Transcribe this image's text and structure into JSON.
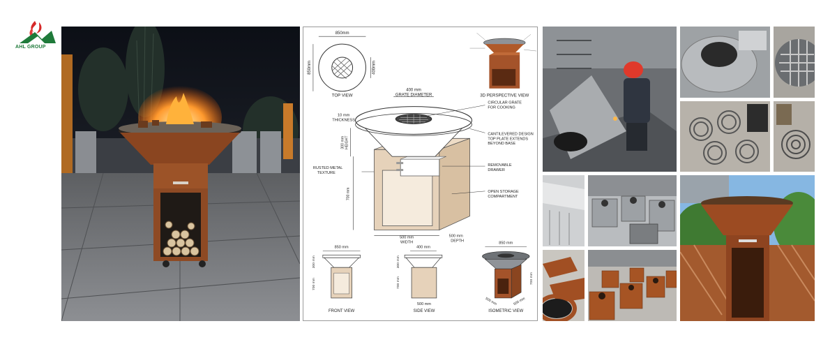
{
  "brand": {
    "name": "AHL GROUP",
    "colors": {
      "green": "#1f7a3a",
      "red": "#d62828"
    }
  },
  "diagram": {
    "top_view": {
      "label": "TOP VIEW",
      "dim_width": "850mm",
      "dim_height": "850mm",
      "dim_inner": "400mm"
    },
    "perspective": {
      "label": "3D PERSPECTIVE VIEW"
    },
    "main": {
      "grate_dim": "400 mm",
      "grate_label": "GRATE DIAMETER",
      "thickness": [
        "10 mm",
        "THICKNESS"
      ],
      "height": [
        "300 mm",
        "HEIGHT"
      ],
      "base_height": "700 mm",
      "width": [
        "500 mm",
        "WIDTH"
      ],
      "depth": [
        "500 mm",
        "DEPTH"
      ],
      "callouts": {
        "circular_grate": [
          "CIRCULAR GRATE",
          "FOR COOKING"
        ],
        "cantilevered": [
          "CANTILEVERED DESIGN",
          "TOP PLATE EXTENDS",
          "BEYOND BASE"
        ],
        "rusted": [
          "RUSTED METAL",
          "TEXTURE"
        ],
        "drawer": [
          "REMOVABLE",
          "DRAWER"
        ],
        "storage": [
          "OPEN STORAGE",
          "COMPARTMENT"
        ]
      }
    },
    "front_view": {
      "label": "FRONT VIEW",
      "dim_top": "850 mm",
      "dim_upper": "300 mm",
      "dim_lower": "700 mm"
    },
    "side_view": {
      "label": "SIDE VIEW",
      "dim_top": "400 mm",
      "dim_upper": "300 mm",
      "dim_lower": "700 mm",
      "dim_bottom": "500 mm"
    },
    "iso_view": {
      "label": "ISOMETRIC VIEW",
      "dim_top": "850 mm",
      "dim_height": "700 mm",
      "dim_left": "500 mm",
      "dim_right": "500 mm"
    }
  },
  "colors": {
    "rust": "#9a4a22",
    "rust_light": "#b8683a",
    "steel": "#8f9398",
    "diagram_fill": "#e8d6c0"
  }
}
